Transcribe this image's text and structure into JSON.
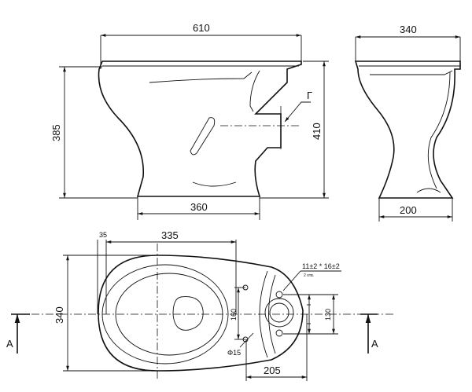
{
  "front_view": {
    "dim_length": "610",
    "dim_height_rim": "385",
    "dim_height_total": "410",
    "dim_base": "360",
    "outlet_label": "Г"
  },
  "side_view": {
    "dim_width": "340",
    "dim_base": "200"
  },
  "top_view": {
    "dim_35": "35",
    "dim_335": "335",
    "dim_width": "340",
    "dim_160": "160",
    "dim_130": "130",
    "dim_205": "205",
    "hole_diameter": "Φ15",
    "slot_label": "11±2 * 16±2",
    "slot_note": "2 отв.",
    "section_left": "A",
    "section_right": "A"
  }
}
